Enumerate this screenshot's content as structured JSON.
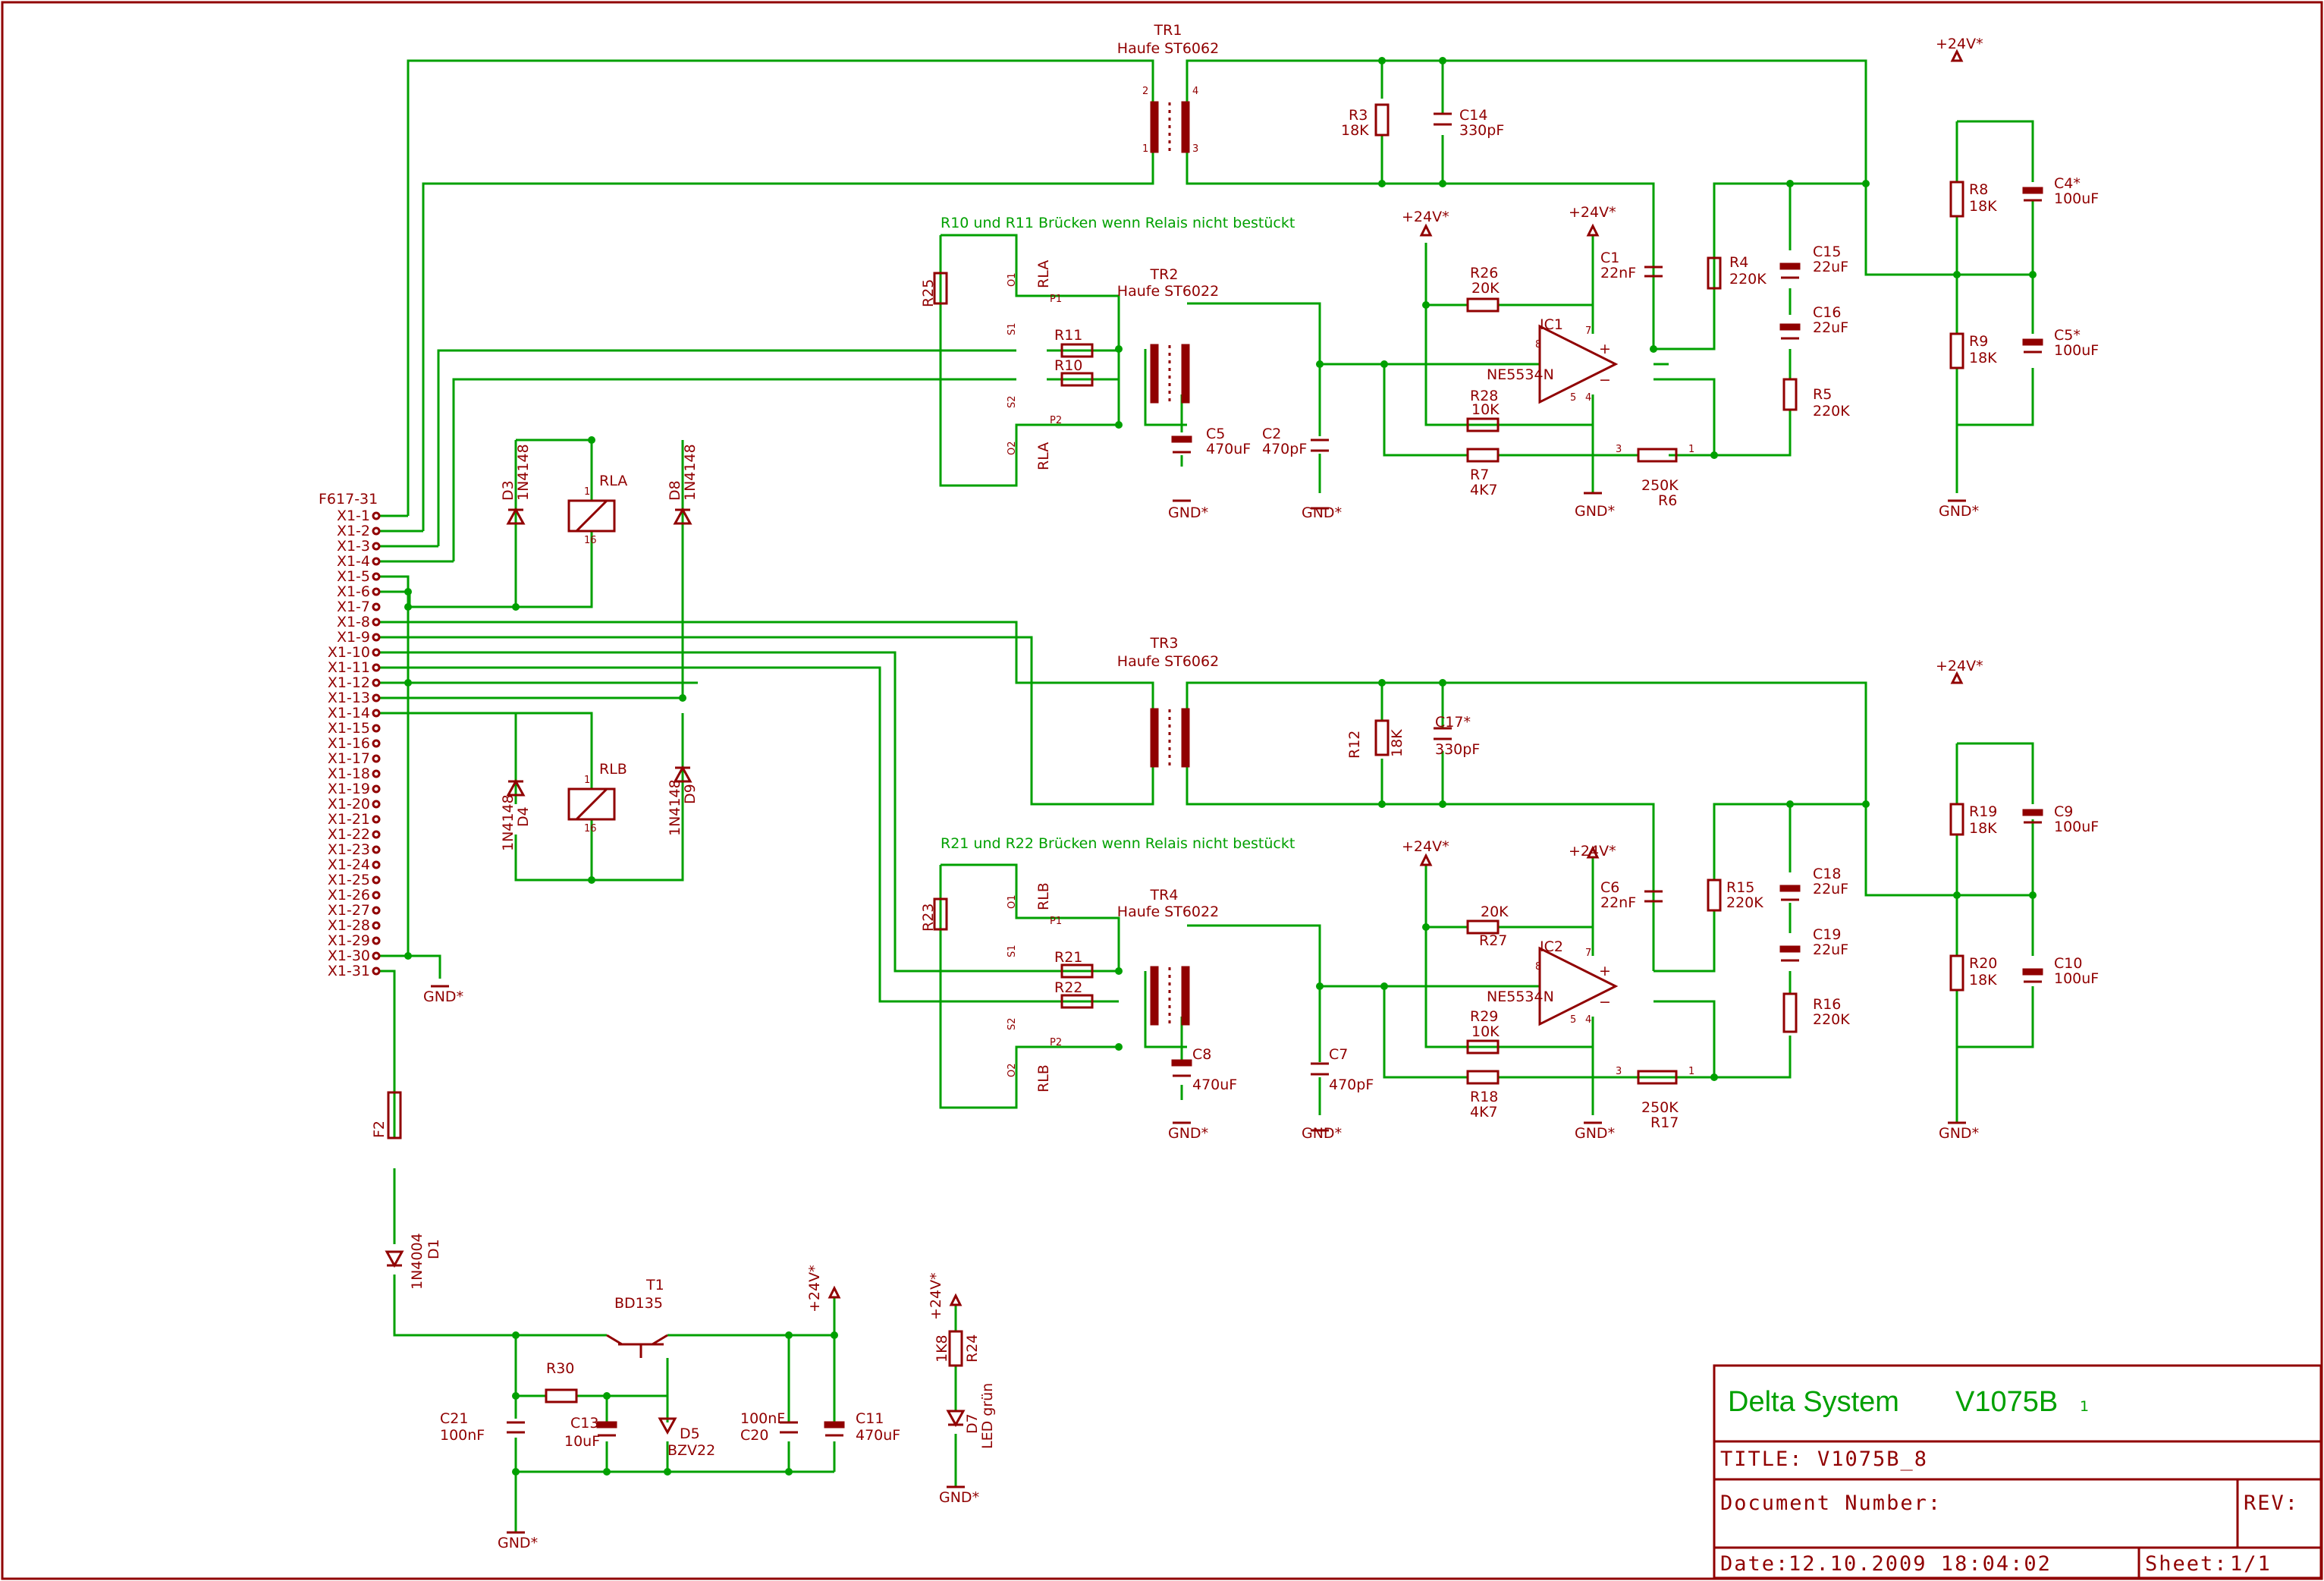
{
  "colors": {
    "wire": "#00a000",
    "component": "#900000",
    "background": "#ffffff"
  },
  "title_block": {
    "company": "Delta System",
    "model": "V1075B",
    "sheet_index": "1",
    "title_label": "TITLE:",
    "title_value": "V1075B_8",
    "docnum_label": "Document Number:",
    "rev_label": "REV:",
    "date_label": "Date:",
    "date_value": "12.10.2009 18:04:02",
    "sheet_label": "Sheet:",
    "sheet_value": "1/1"
  },
  "notes": {
    "bridge_a": "R10 und R11 Brücken wenn Relais nicht bestückt",
    "bridge_b": "R21 und R22 Brücken wenn Relais nicht bestückt"
  },
  "connector": {
    "name": "F617-31",
    "pins": [
      "X1-1",
      "X1-2",
      "X1-3",
      "X1-4",
      "X1-5",
      "X1-6",
      "X1-7",
      "X1-8",
      "X1-9",
      "X1-10",
      "X1-11",
      "X1-12",
      "X1-13",
      "X1-14",
      "X1-15",
      "X1-16",
      "X1-17",
      "X1-18",
      "X1-19",
      "X1-20",
      "X1-21",
      "X1-22",
      "X1-23",
      "X1-24",
      "X1-25",
      "X1-26",
      "X1-27",
      "X1-28",
      "X1-29",
      "X1-30",
      "X1-31"
    ]
  },
  "supplies": {
    "vplus": "+24V*",
    "gnd": "GND*"
  },
  "pin_numbers": {
    "p1": "1",
    "p2": "2",
    "p3": "3",
    "p4": "4",
    "p5": "5",
    "p7": "7",
    "p8": "8",
    "p16": "16"
  },
  "relay_contacts": {
    "o1": "O1",
    "o2": "O2",
    "s1": "S1",
    "s2": "S2",
    "p1": "P1",
    "p2": "P2"
  },
  "components": {
    "TR1": {
      "name": "TR1",
      "value": "Haufe ST6062"
    },
    "TR2": {
      "name": "TR2",
      "value": "Haufe ST6022"
    },
    "TR3": {
      "name": "TR3",
      "value": "Haufe ST6062"
    },
    "TR4": {
      "name": "TR4",
      "value": "Haufe ST6022"
    },
    "R3": {
      "name": "R3",
      "value": "18K"
    },
    "C14": {
      "name": "C14",
      "value": "330pF"
    },
    "R25": {
      "name": "R25"
    },
    "RLA": {
      "name": "RLA"
    },
    "RLB": {
      "name": "RLB"
    },
    "R11": {
      "name": "R11"
    },
    "R10": {
      "name": "R10"
    },
    "C5": {
      "name": "C5",
      "value": "470uF"
    },
    "C2": {
      "name": "C2",
      "value": "470pF"
    },
    "R26": {
      "name": "R26",
      "value": "20K"
    },
    "IC1": {
      "name": "IC1",
      "value": "NE5534N"
    },
    "R28": {
      "name": "R28",
      "value": "10K"
    },
    "R7": {
      "name": "R7",
      "value": "4K7"
    },
    "R6": {
      "name": "R6",
      "value": "250K"
    },
    "C1": {
      "name": "C1",
      "value": "22nF"
    },
    "R4": {
      "name": "R4",
      "value": "220K"
    },
    "C15": {
      "name": "C15",
      "value": "22uF"
    },
    "C16": {
      "name": "C16",
      "value": "22uF"
    },
    "R5": {
      "name": "R5",
      "value": "220K"
    },
    "R8": {
      "name": "R8",
      "value": "18K"
    },
    "R9": {
      "name": "R9",
      "value": "18K"
    },
    "C4": {
      "name": "C4*",
      "value": "100uF"
    },
    "C5b": {
      "name": "C5*",
      "value": "100uF"
    },
    "D3": {
      "name": "D3",
      "value": "1N4148"
    },
    "D8": {
      "name": "D8",
      "value": "1N4148"
    },
    "D4": {
      "name": "D4",
      "value": "1N4148"
    },
    "D9": {
      "name": "D9",
      "value": "1N4148"
    },
    "R12": {
      "name": "R12",
      "value": "18K"
    },
    "C17": {
      "name": "C17*",
      "value": "330pF"
    },
    "R23": {
      "name": "R23"
    },
    "R21": {
      "name": "R21"
    },
    "R22": {
      "name": "R22"
    },
    "C8": {
      "name": "C8",
      "value": "470uF"
    },
    "C7": {
      "name": "C7",
      "value": "470pF"
    },
    "R27": {
      "name": "R27",
      "value": "20K"
    },
    "IC2": {
      "name": "IC2",
      "value": "NE5534N"
    },
    "R29": {
      "name": "R29",
      "value": "10K"
    },
    "R18": {
      "name": "R18",
      "value": "4K7"
    },
    "R17": {
      "name": "R17",
      "value": "250K"
    },
    "C6": {
      "name": "C6",
      "value": "22nF"
    },
    "R15": {
      "name": "R15",
      "value": "220K"
    },
    "C18": {
      "name": "C18",
      "value": "22uF"
    },
    "C19": {
      "name": "C19",
      "value": "22uF"
    },
    "R16": {
      "name": "R16",
      "value": "220K"
    },
    "R19": {
      "name": "R19",
      "value": "18K"
    },
    "R20": {
      "name": "R20",
      "value": "18K"
    },
    "C9": {
      "name": "C9",
      "value": "100uF"
    },
    "C10": {
      "name": "C10",
      "value": "100uF"
    },
    "F2": {
      "name": "F2"
    },
    "D1": {
      "name": "D1",
      "value": "1N4004"
    },
    "T1": {
      "name": "T1",
      "value": "BD135"
    },
    "R30": {
      "name": "R30"
    },
    "C21": {
      "name": "C21",
      "value": "100nF"
    },
    "C13": {
      "name": "C13",
      "value": "10uF"
    },
    "D5": {
      "name": "D5",
      "value": "BZV22"
    },
    "C20": {
      "name": "C20",
      "value": "100nF"
    },
    "C11": {
      "name": "C11",
      "value": "470uF"
    },
    "R24": {
      "name": "R24",
      "value": "1K8"
    },
    "D7": {
      "name": "D7",
      "value": "LED grün"
    }
  }
}
